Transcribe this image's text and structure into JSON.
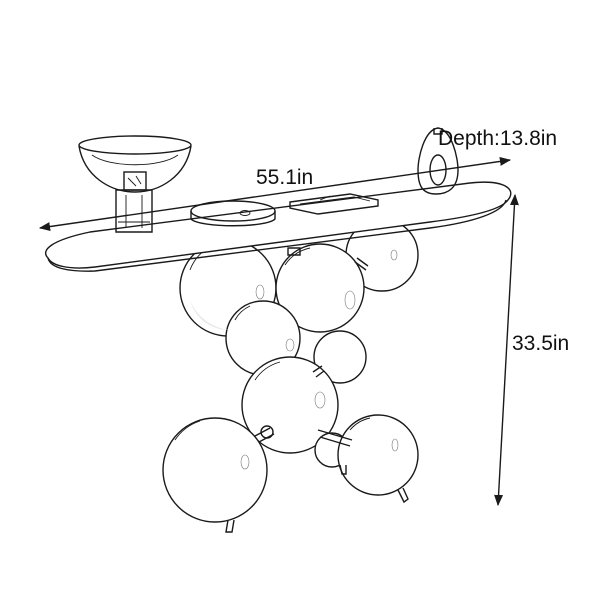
{
  "dimensions": {
    "width": "55.1in",
    "depth": "Depth:13.8in",
    "height": "33.5in"
  }
}
